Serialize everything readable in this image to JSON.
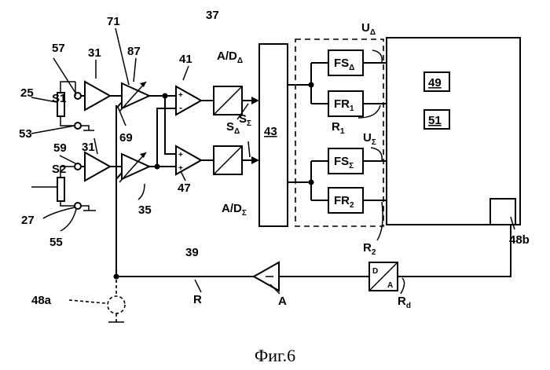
{
  "caption": "Фиг.6",
  "labels": {
    "l25": "25",
    "l53": "53",
    "l27": "27",
    "l55": "55",
    "l57": "57",
    "l59": "59",
    "s1": "S1",
    "s2": "S2",
    "l31a": "31",
    "l31b": "31",
    "l71": "71",
    "l87": "87",
    "l69": "69",
    "l35": "35",
    "l37": "37",
    "l41": "41",
    "l47": "47",
    "l39": "39",
    "ad_delta": "A/D",
    "ad_delta_sub": "Δ",
    "ad_sigma": "A/D",
    "ad_sigma_sub": "Σ",
    "s_delta": "S",
    "s_delta_sub": "Δ",
    "s_sigma": "S",
    "s_sigma_sub": "Σ",
    "l43": "43",
    "fs_delta": "FS",
    "fs_delta_sub": "Δ",
    "fr1": "FR",
    "fr1_sub": "1",
    "fs_sigma": "FS",
    "fs_sigma_sub": "Σ",
    "fr2": "FR",
    "fr2_sub": "2",
    "u_delta": "U",
    "u_delta_sub": "Δ",
    "u_sigma": "U",
    "u_sigma_sub": "Σ",
    "r1": "R",
    "r1_sub": "1",
    "r2": "R",
    "r2_sub": "2",
    "l49": "49",
    "l51": "51",
    "l48a": "48a",
    "l48b": "48b",
    "r": "R",
    "a": "A",
    "rd": "R",
    "rd_sub": "d",
    "da_d": "D",
    "da_a": "A"
  }
}
